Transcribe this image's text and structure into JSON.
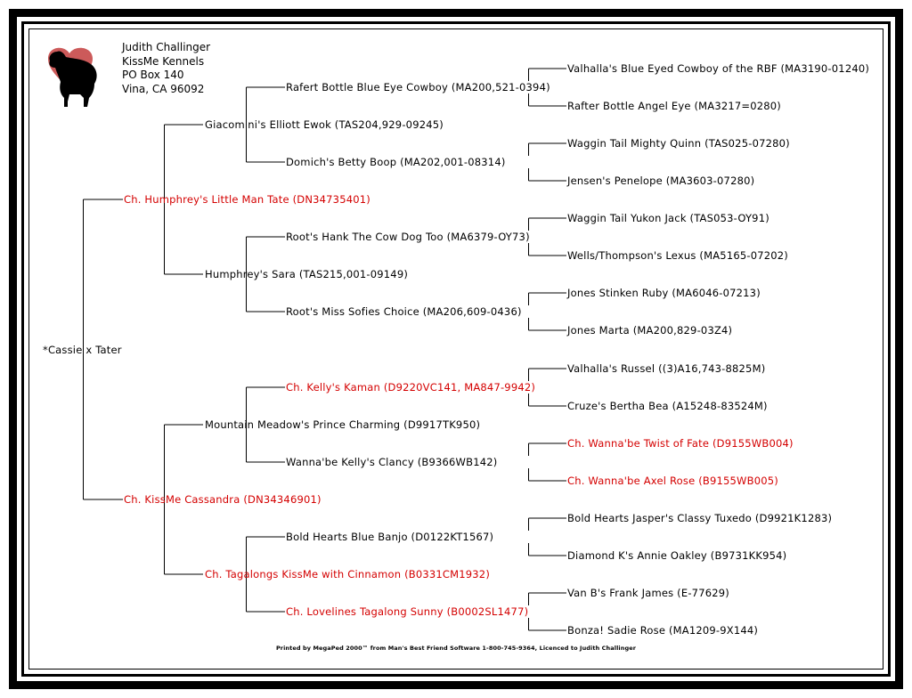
{
  "owner": {
    "name": "Judith Challinger",
    "kennel": "KissMe Kennels",
    "address": "PO Box 140",
    "city": "Vina, CA 96092"
  },
  "colors": {
    "champion": "#d40000",
    "normal": "#000000",
    "logo_heart": "#cc5a5a"
  },
  "logo_icon": "heart-dog-silhouette-icon",
  "subject": "*Cassie x Tater",
  "gen1": {
    "sire": "Ch. Humphrey's Little Man Tate (DN34735401)",
    "dam": "Ch. KissMe Cassandra (DN34346901)"
  },
  "gen2": [
    "Giacomini's Elliott Ewok (TAS204,929-09245)",
    "Humphrey's Sara (TAS215,001-09149)",
    "Mountain Meadow's Prince Charming (D9917TK950)",
    "Ch. Tagalongs KissMe with Cinnamon (B0331CM1932)"
  ],
  "gen3": [
    "Rafert Bottle Blue Eye Cowboy (MA200,521-0394)",
    "Domich's Betty Boop (MA202,001-08314)",
    "Root's Hank The Cow Dog Too (MA6379-OY73)",
    "Root's Miss Sofies Choice (MA206,609-0436)",
    "Ch. Kelly's Kaman (D9220VC141, MA847-9942)",
    "Wanna'be Kelly's Clancy (B9366WB142)",
    "Bold Hearts Blue Banjo (D0122KT1567)",
    "Ch. Lovelines Tagalong Sunny (B0002SL1477)"
  ],
  "gen4": [
    "Valhalla's Blue Eyed Cowboy of the RBF (MA3190-01240)",
    "Rafter Bottle Angel Eye (MA3217=0280)",
    "Waggin Tail Mighty Quinn (TAS025-07280)",
    "Jensen's Penelope (MA3603-07280)",
    "Waggin Tail Yukon Jack (TAS053-OY91)",
    "Wells/Thompson's Lexus (MA5165-07202)",
    "Jones Stinken Ruby (MA6046-07213)",
    "Jones Marta (MA200,829-03Z4)",
    "Valhalla's Russel ((3)A16,743-8825M)",
    "Cruze's Bertha Bea (A15248-83524M)",
    "Ch. Wanna'be Twist of Fate (D9155WB004)",
    "Ch. Wanna'be Axel Rose (B9155WB005)",
    "Bold Hearts Jasper's Classy Tuxedo (D9921K1283)",
    "Diamond K's Annie Oakley (B9731KK954)",
    "Van B's Frank James (E-77629)",
    "Bonza! Sadie Rose (MA1209-9X144)"
  ],
  "footer": "Printed by MegaPed 2000™ from Man's Best Friend Software 1-800-745-9364, Licenced to Judith Challinger"
}
